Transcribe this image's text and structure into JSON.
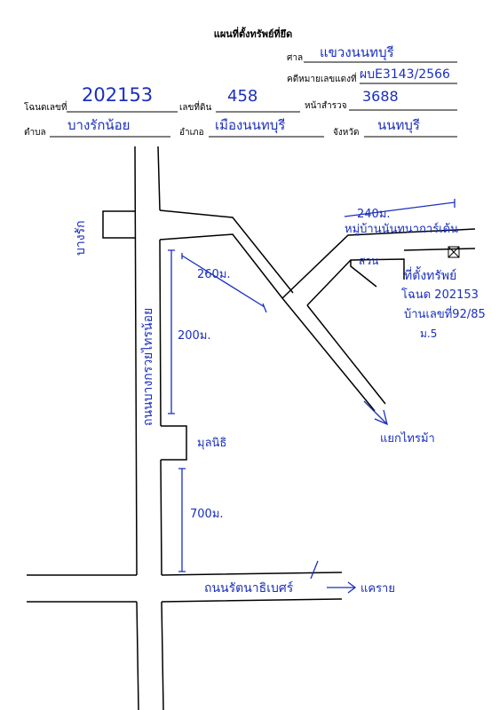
{
  "header": {
    "title": "แผนที่ตั้งทรัพย์ที่ยึด",
    "court_label": "ศาล",
    "court_value": "แขวงนนทบุรี",
    "red_case_label": "คดีหมายเลขแดงที่",
    "red_case_value": "ผบE3143/2566"
  },
  "fields": {
    "deed_label": "โฉนดเลขที่",
    "deed_value": "202153",
    "land_no_label": "เลขที่ดิน",
    "land_no_value": "458",
    "survey_page_label": "หน้าสำรวจ",
    "survey_page_value": "3688",
    "subdistrict_label": "ตำบล",
    "subdistrict_value": "บางรักน้อย",
    "district_label": "อำเภอ",
    "district_value": "เมืองนนทบุรี",
    "province_label": "จังหวัด",
    "province_value": "นนทบุรี"
  },
  "map": {
    "landmark_top": "บางรัก",
    "main_road": "ถนนบางกรวยไทรน้อย",
    "distance_260": "260ม.",
    "distance_200": "200ม.",
    "distance_700": "700ม.",
    "distance_240": "240ม.",
    "village": "หมู่บ้านนันทนาการ์เด้น",
    "garden": "สวน",
    "property_label": "ที่ตั้งทรัพย์",
    "property_deed": "โฉนด 202153",
    "property_house_no": "บ้านเลขที่92/85",
    "property_moo": "ม.5",
    "market": "มุลนิธิ",
    "sai_ma_junction": "แยกไทรม้า",
    "cross_road": "ถนนรัตนาธิเบศร์",
    "khae_rai": "แคราย"
  }
}
